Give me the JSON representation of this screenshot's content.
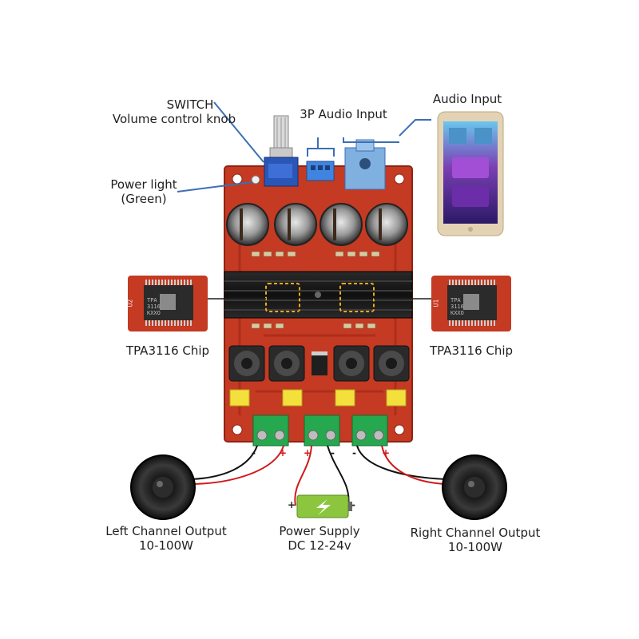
{
  "labels": {
    "switch": "SWITCH",
    "volume_knob": "Volume control knob",
    "audio_3p": "3P Audio Input",
    "audio_input": "Audio Input",
    "power_light": "Power light",
    "power_light_color": "(Green)",
    "chip_left": "TPA3116 Chip",
    "chip_right": "TPA3116 Chip",
    "left_output": "Left Channel Output",
    "left_power": "10-100W",
    "power_supply": "Power Supply",
    "power_voltage": "DC 12-24v",
    "right_output": "Right Channel Output",
    "right_power": "10-100W"
  },
  "chip": {
    "marking": "TPA\n3116\nKXXO",
    "left_id": "U2",
    "right_id": "U1"
  },
  "polarity": {
    "plus": "+",
    "minus": "-"
  },
  "colors": {
    "board": "#c43a22",
    "callout": "#3b6fb6",
    "heatsink": "#161616",
    "terminal": "#26a84e",
    "battery": "#8cc63f",
    "phone_gold": "#e3d3b4",
    "highlight": "#f2a91e"
  }
}
